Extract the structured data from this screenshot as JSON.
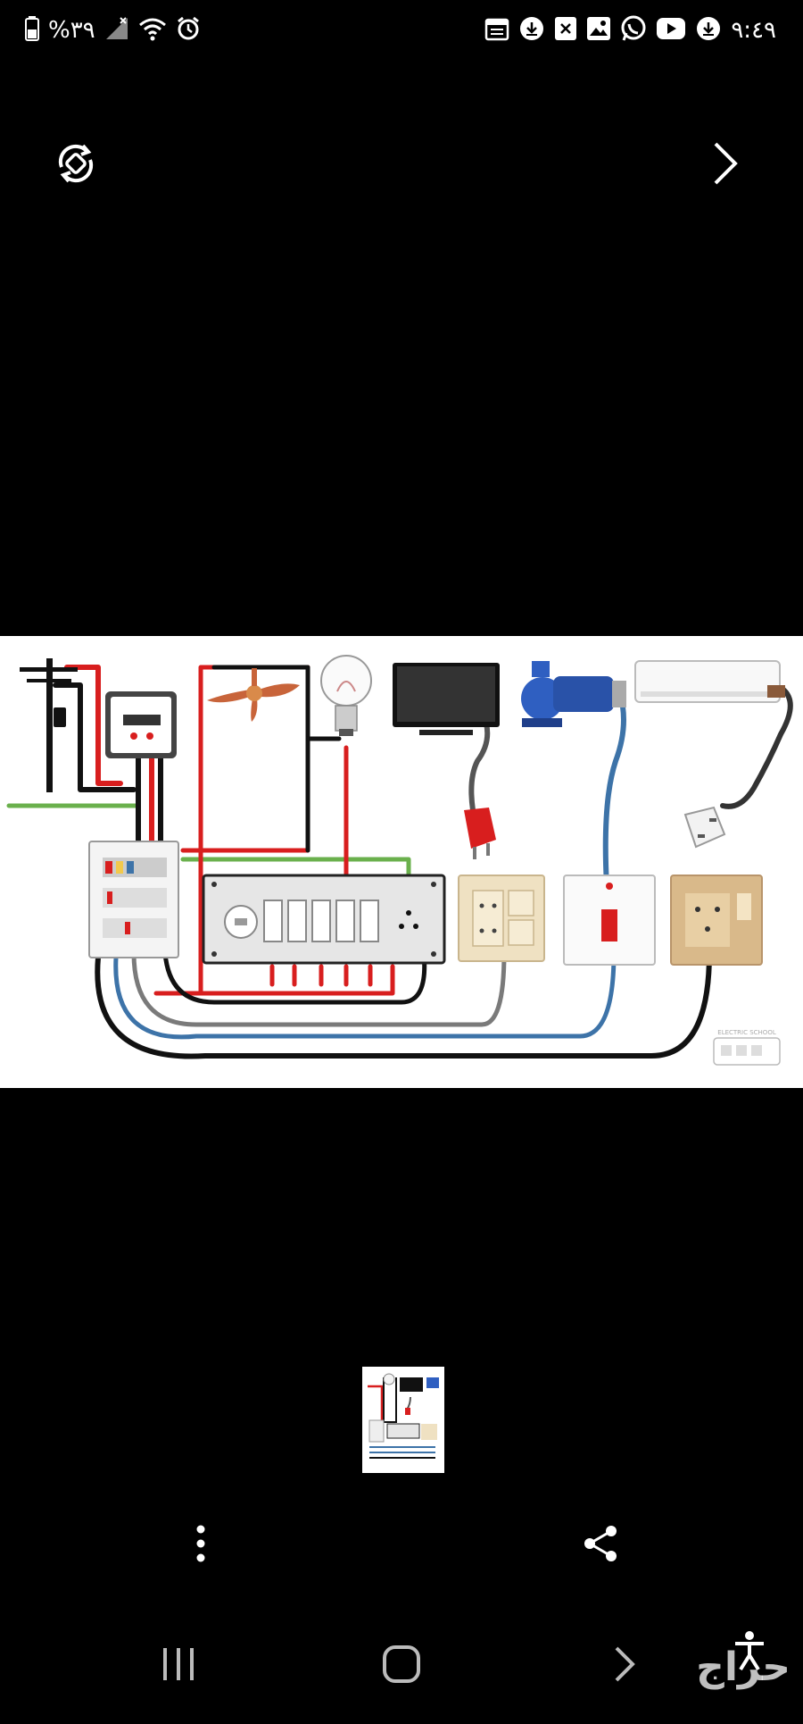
{
  "status_bar": {
    "battery_text": "%٣٩",
    "time": "٩:٤٩",
    "icons_left": [
      "battery-icon",
      "no-signal-icon",
      "wifi-icon",
      "alarm-icon"
    ],
    "icons_right": [
      "calendar-icon",
      "download-icon",
      "close-box-icon",
      "gallery-icon",
      "whatsapp-icon",
      "youtube-icon",
      "download-icon"
    ]
  },
  "viewer": {
    "controls": [
      "rotate-icon",
      "next-chevron-icon"
    ],
    "image_subject": "electrical wiring diagram",
    "diagram_badge": "ELECTRIC SCHOOL"
  },
  "actions": [
    "more-options-icon",
    "share-icon"
  ],
  "nav": [
    "recent-apps-icon",
    "home-icon",
    "back-icon",
    "accessibility-icon"
  ],
  "watermark": "حراج",
  "colors": {
    "background": "#000000",
    "wire_red": "#d81e1e",
    "wire_black": "#111111",
    "wire_green": "#6ab04c",
    "wire_blue": "#3d73a8",
    "wire_gray": "#7a7a7a"
  }
}
